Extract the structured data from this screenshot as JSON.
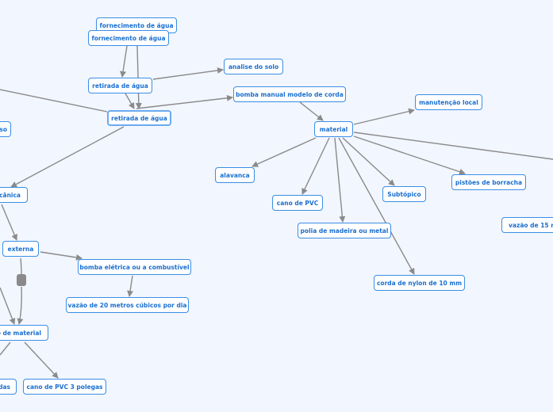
{
  "nodes": {
    "fornecimento_back": "fornecimento de água",
    "fornecimento": "fornecimento de água",
    "analise_solo": "analise do solo",
    "retirada_1": "retirada de água",
    "bomba_manual": "bomba manual modelo de corda",
    "retirada_2": "retirada de água",
    "left_partial": "so",
    "manutencao": "manutenção local",
    "material": "material",
    "alavanca": "alavanca",
    "cano_pvc": "cano de PVC",
    "subtopico": "Subtópico",
    "pistoes": "pistões de borracha",
    "polia": "polia de madeira ou metal",
    "vazao_15": "vazão de 15 m",
    "corda": "corda de nylon de 10 mm",
    "mecanica": "ecânica",
    "externa": "externa",
    "bomba_eletrica": "bomba elétrica ou a combustível",
    "vazao_20": "vazão de 20 metros cúbicos por dia",
    "tipo_material": "o de material",
    "das": "das",
    "cano_pvc_3": "cano de PVC 3 polegas"
  },
  "colors": {
    "background": "#f2f6fe",
    "node_border": "#3a8ee6",
    "node_text": "#1a6fd0",
    "edge": "#8a8a8a"
  }
}
